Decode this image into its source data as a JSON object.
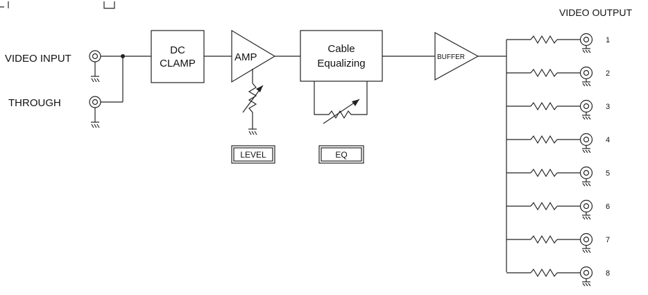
{
  "diagram": {
    "title_output": "VIDEO OUTPUT",
    "label_input": "VIDEO INPUT",
    "label_through": "THROUGH",
    "block_dc_clamp_line1": "DC",
    "block_dc_clamp_line2": "CLAMP",
    "block_amp": "AMP",
    "block_cable_line1": "Cable",
    "block_cable_line2": "Equalizing",
    "block_buffer": "BUFFER",
    "control_level": "LEVEL",
    "control_eq": "EQ",
    "outputs": [
      "1",
      "2",
      "3",
      "4",
      "5",
      "6",
      "7",
      "8"
    ]
  }
}
